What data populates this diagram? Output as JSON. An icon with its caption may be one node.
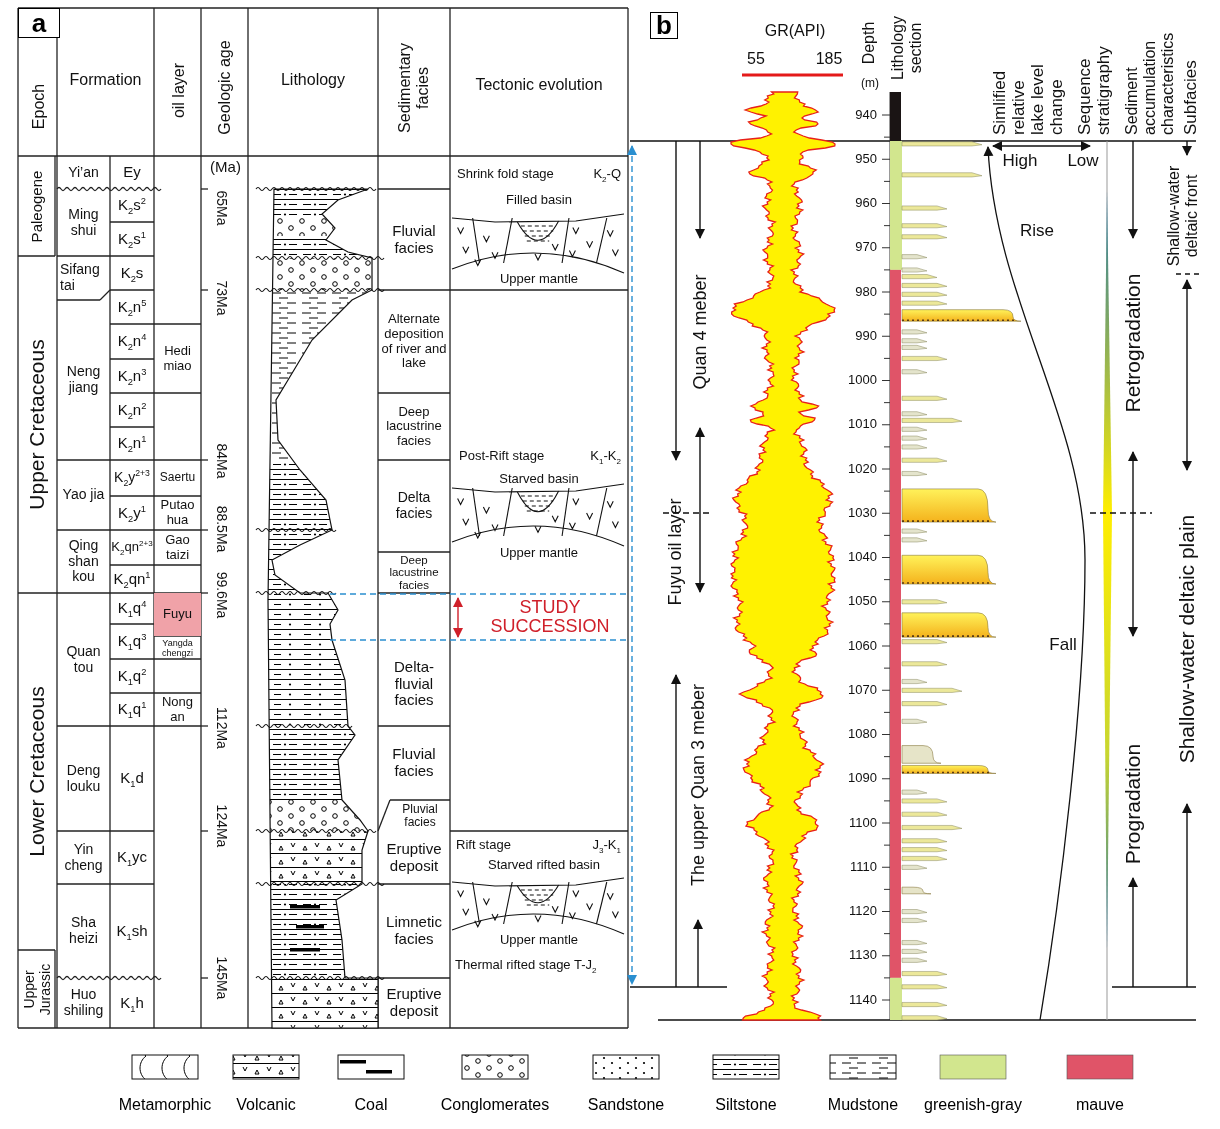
{
  "diagram": {
    "nodes": [
      {
        "text": [
          "a"
        ]
      },
      {
        "text": [
          "b"
        ]
      }
    ],
    "labels": [
      "Epoch",
      "Formation",
      "oil layer",
      "Geologic age",
      "Lithology",
      "Sedimentary facies",
      "Tectonic evolution",
      "Paleogene",
      "Yi’an",
      "Ey",
      "Ming shui",
      "K$_{2}$s$^{2}$",
      "K$_{2}$s$^{1}$",
      "Sifang tai",
      "K$_{2}$s",
      "K$_{2}$n$^{5}$",
      "Upper Cretaceous",
      "Neng jiang",
      "K$_{2}$n$^{4}$",
      "Hedi miao",
      "K$_{2}$n$^{3}$",
      "K$_{2}$n$^{2}$",
      "K$_{2}$n$^{1}$",
      "Yao jia",
      "K$_{2}$y$^{2+3}$",
      "Saertu",
      "K$_{2}$y$^{1}$",
      "Putao hua",
      "Qing shan kou",
      "K$_{2}$qn$^{2+3}$",
      "Gao taizi",
      "K$_{2}$qn$^{1}$",
      "Lower Cretaceous",
      "Quan tou",
      "K$_{1}$q$^{4}$",
      "Fuyu",
      "K$_{1}$q$^{3}$",
      "Yangda chengzi",
      "K$_{1}$q$^{2}$",
      "K$_{1}$q$^{1}$",
      "Nong an",
      "Deng louku",
      "K$_{1}$d",
      "Yin cheng",
      "K$_{1}$yc",
      "Sha heizi",
      "K$_{1}$sh",
      "Upper Jurassic",
      "Huo shiling",
      "K$_{1}$h",
      "(Ma)",
      "65Ma",
      "73Ma",
      "84Ma",
      "88.5Ma",
      "99.6Ma",
      "112Ma",
      "124Ma",
      "145Ma",
      "Fluvial facies",
      "Alternate deposition of river and lake",
      "Deep lacustrine facies",
      "Delta facies",
      "Deep lacustrine facies",
      "Delta- fluvial facies",
      "Fluvial facies",
      "Pluvial facies",
      "Eruptive deposit",
      "Limnetic facies",
      "Eruptive deposit",
      "Shrink fold stage",
      "K$_{2}$-Q",
      "Filled basin",
      "Upper mantle",
      "Post-Rift stage",
      "K$_{1}$-K$_{2}$",
      "Starved basin",
      "Upper mantle",
      "Rift stage",
      "J$_{3}$-K$_{1}$",
      "Starved rifted basin",
      "Upper mantle",
      "Thermal rifted stage T-J$_{2}$",
      "STUDY SUCCESSION",
      "GR(API)",
      "55",
      "185",
      "Depth",
      "(m)",
      "Lithology section",
      "Simlified relative lake level change",
      "Sequence stratigraphy",
      "Sediment accumulation characteristics",
      "Subfacies",
      "High",
      "Low",
      "940",
      "950",
      "960",
      "970",
      "980",
      "990",
      "1000",
      "1010",
      "1020",
      "1030",
      "1040",
      "1050",
      "1060",
      "1070",
      "1080",
      "1090",
      "1100",
      "1110",
      "1120",
      "1130",
      "1140",
      "Quan 4 meber",
      "Fuyu oil layer",
      "The upper Quan 3 meber",
      "Rise",
      "Fall",
      "Retrogradation",
      "Progradation",
      "Shallow-water deltaic front",
      "Shallow-water deltaic plain"
    ],
    "legend": [
      {
        "text": "Metamorphic"
      },
      {
        "text": "Volcanic"
      },
      {
        "text": "Coal"
      },
      {
        "text": "Conglomerates"
      },
      {
        "text": "Sandstone"
      },
      {
        "text": "Siltstone"
      },
      {
        "text": "Mudstone"
      },
      {
        "text": "greenish-gray",
        "color": "#d2e68e"
      },
      {
        "text": "mauve",
        "color": "#e05468"
      }
    ]
  }
}
